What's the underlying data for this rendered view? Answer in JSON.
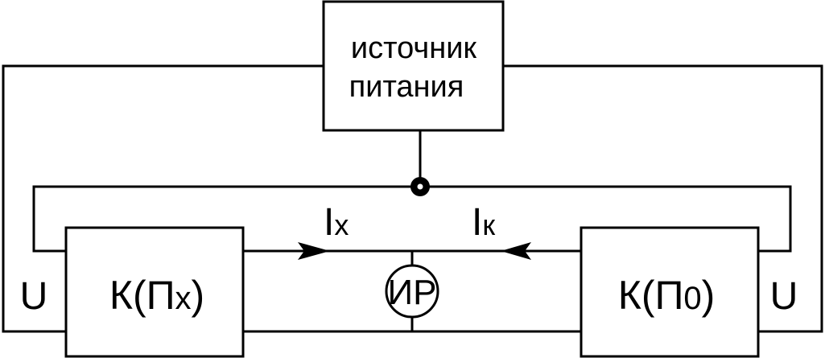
{
  "power_source": {
    "line1": "источник",
    "line2": "питания"
  },
  "left_block": {
    "label_main": "К(П",
    "label_sub": "x",
    "label_close": ")"
  },
  "right_block": {
    "label_main": "К(П",
    "label_sub": "0",
    "label_close": ")"
  },
  "meter": {
    "label": "ИР"
  },
  "currents": {
    "left": {
      "main": "I",
      "sub": "x"
    },
    "right": {
      "main": "I",
      "sub": "к"
    }
  },
  "voltage": {
    "left": "U",
    "right": "U"
  },
  "colors": {
    "line": "#000000",
    "background": "#ffffff"
  }
}
